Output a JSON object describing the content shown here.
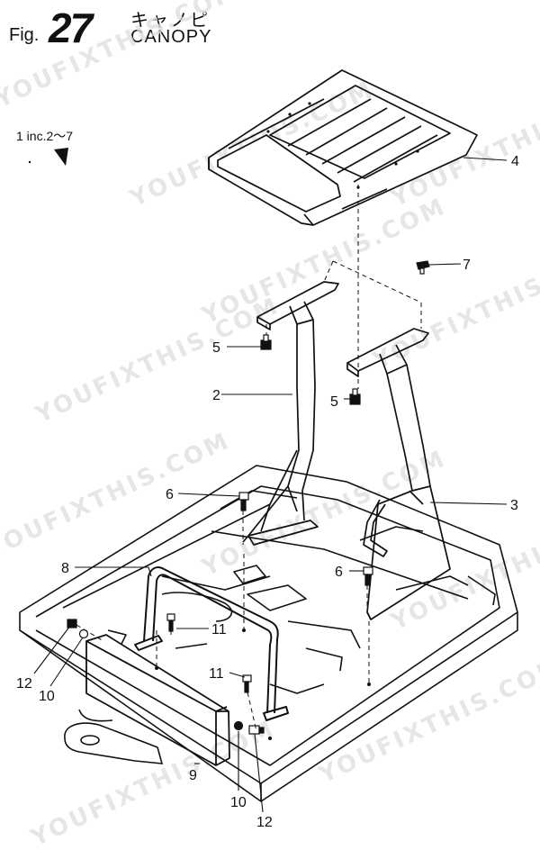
{
  "figure": {
    "prefix": "Fig.",
    "number": "27",
    "title_jp": "キャノピ",
    "title_en": "CANOPY",
    "note": "1 inc.2～7"
  },
  "watermark": "YOUFIXTHIS.COM",
  "callouts": {
    "c4": "4",
    "c7": "7",
    "c5a": "5",
    "c2": "2",
    "c5b": "5",
    "c6a": "6",
    "c3": "3",
    "c8": "8",
    "c6b": "6",
    "c11a": "11",
    "c11b": "11",
    "c12a": "12",
    "c10a": "10",
    "c9": "9",
    "c10b": "10",
    "c12b": "12"
  },
  "parts": [
    {
      "no": "2",
      "part": "canopy-post-left"
    },
    {
      "no": "3",
      "part": "canopy-post-right"
    },
    {
      "no": "4",
      "part": "canopy-roof"
    },
    {
      "no": "5",
      "part": "nut"
    },
    {
      "no": "6",
      "part": "bolt"
    },
    {
      "no": "7",
      "part": "bolt"
    },
    {
      "no": "8",
      "part": "guard-rail"
    },
    {
      "no": "9",
      "part": "guard-cover"
    },
    {
      "no": "10",
      "part": "washer"
    },
    {
      "no": "11",
      "part": "bolt"
    },
    {
      "no": "12",
      "part": "bolt"
    }
  ]
}
